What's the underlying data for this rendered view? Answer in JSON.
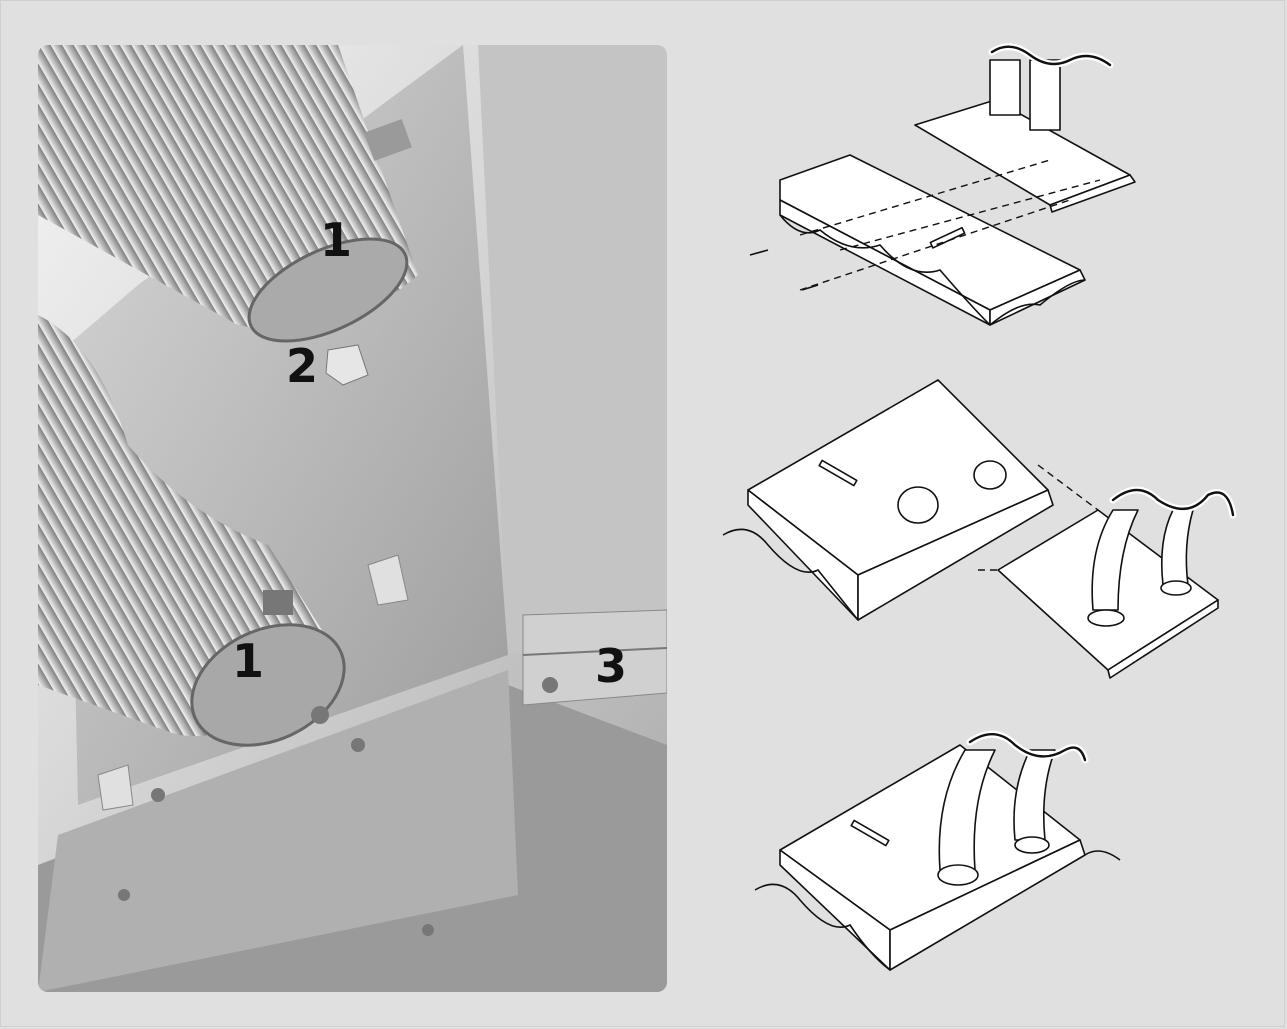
{
  "photo": {
    "callouts": [
      {
        "id": "clamp-upper",
        "label": "1"
      },
      {
        "id": "nut",
        "label": "2"
      },
      {
        "id": "clamp-lower",
        "label": "1"
      },
      {
        "id": "rail",
        "label": "3"
      }
    ]
  },
  "diagrams": [
    {
      "step": "attach-duct-plate",
      "icon": "hood-exploded-diagram"
    },
    {
      "step": "align-duct-plate",
      "icon": "hood-ducts-diagram"
    },
    {
      "step": "installed",
      "icon": "hood-assembled-diagram"
    }
  ],
  "colors": {
    "background": "#e0e0e0",
    "line": "#111111",
    "metal": "#bdbdbd"
  }
}
